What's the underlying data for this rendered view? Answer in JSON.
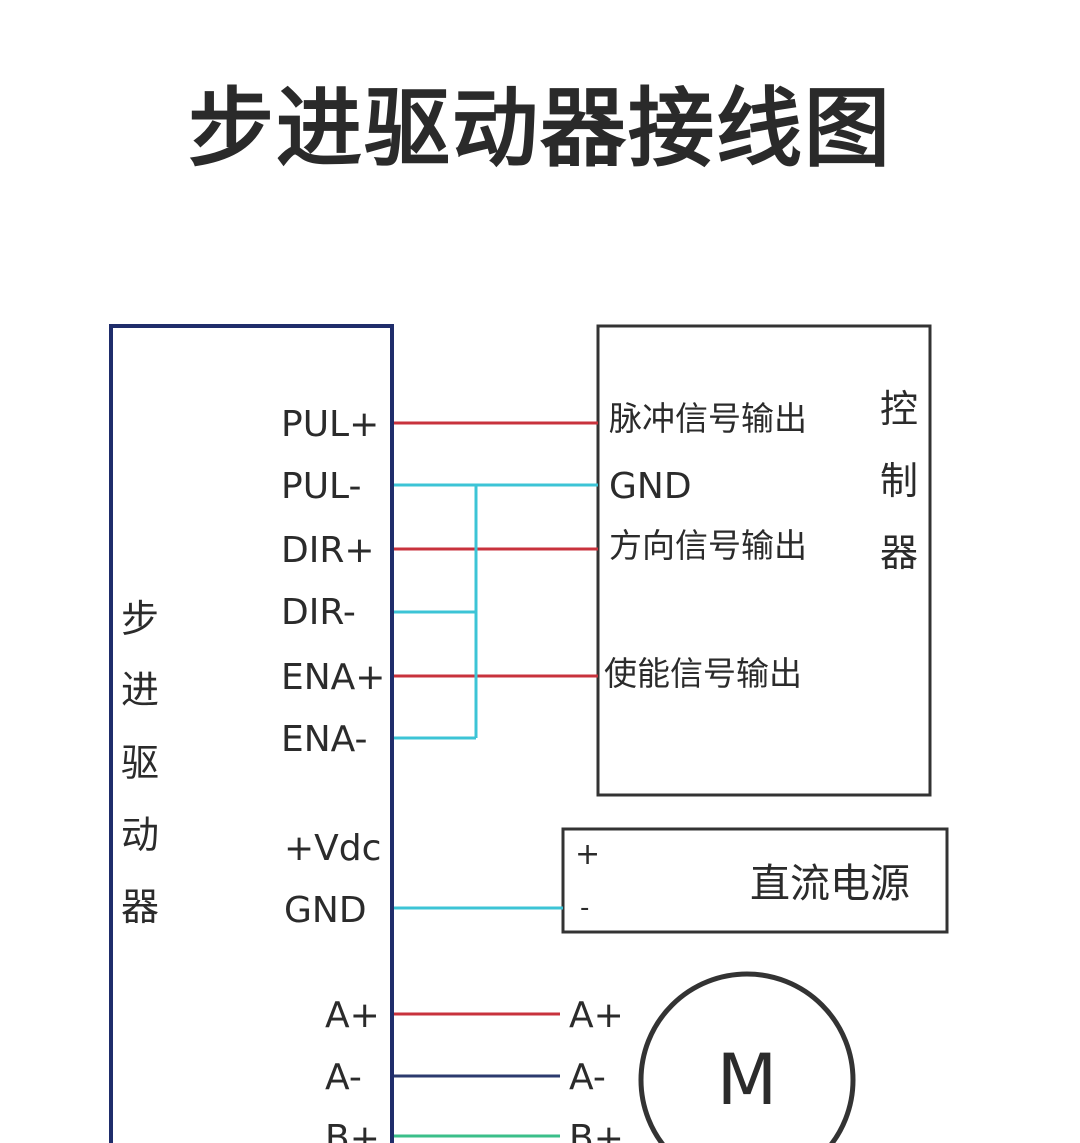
{
  "title": "步进驱动器接线图",
  "colors": {
    "pulse_wire": "#c8323c",
    "ground_wire": "#3cc4d6",
    "a_minus_wire": "#2b3a6e",
    "b_plus_wire": "#3bbf8a",
    "driver_border": "#1f2d6b",
    "box_border": "#333333"
  },
  "driver": {
    "name_chars": [
      "步",
      "进",
      "驱",
      "动",
      "器"
    ],
    "pins": {
      "pul_plus": "PUL+",
      "pul_minus": "PUL-",
      "dir_plus": "DIR+",
      "dir_minus": "DIR-",
      "ena_plus": "ENA+",
      "ena_minus": "ENA-",
      "vdc": "+Vdc",
      "gnd": "GND",
      "a_plus": "A+",
      "a_minus": "A-",
      "b_plus": "B+"
    }
  },
  "controller": {
    "name_chars": [
      "控",
      "制",
      "器"
    ],
    "pulse_output": "脉冲信号输出",
    "gnd": "GND",
    "direction_output": "方向信号输出",
    "enable_output": "使能信号输出"
  },
  "power_supply": {
    "name": "直流电源",
    "plus": "+",
    "minus": "-"
  },
  "motor": {
    "symbol": "M",
    "a_plus": "A+",
    "a_minus": "A-",
    "b_plus": "B+"
  }
}
